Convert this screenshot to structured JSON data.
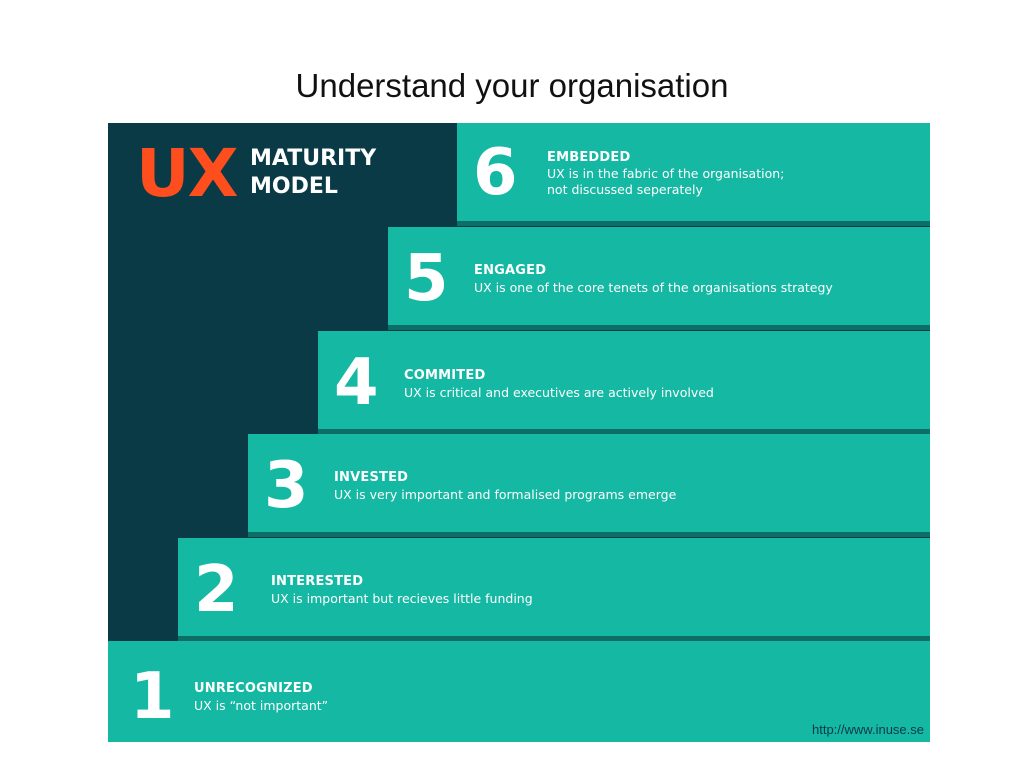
{
  "slide": {
    "title": "Understand your organisation"
  },
  "logo": {
    "ux": "UX",
    "line1": "MATURITY",
    "line2": "MODEL"
  },
  "colors": {
    "panel_background": "#0b3a47",
    "step_fill": "#14b8a3",
    "step_shadow": "#0d6e68",
    "logo_accent": "#ff4e1d",
    "text": "#ffffff"
  },
  "steps": [
    {
      "number": "1",
      "name": "UNRECOGNIZED",
      "desc_line1": "UX is “not important”",
      "desc_line2": ""
    },
    {
      "number": "2",
      "name": "INTERESTED",
      "desc_line1": "UX is important but recieves little funding",
      "desc_line2": ""
    },
    {
      "number": "3",
      "name": "INVESTED",
      "desc_line1": "UX is very important and formalised programs emerge",
      "desc_line2": ""
    },
    {
      "number": "4",
      "name": "COMMITED",
      "desc_line1": "UX is critical and executives are actively involved",
      "desc_line2": ""
    },
    {
      "number": "5",
      "name": "ENGAGED",
      "desc_line1": "UX is one of the core tenets of the organisations strategy",
      "desc_line2": ""
    },
    {
      "number": "6",
      "name": "EMBEDDED",
      "desc_line1": "UX is in the fabric of the organisation;",
      "desc_line2": "not discussed seperately"
    }
  ],
  "source": {
    "url": "http://www.inuse.se"
  }
}
